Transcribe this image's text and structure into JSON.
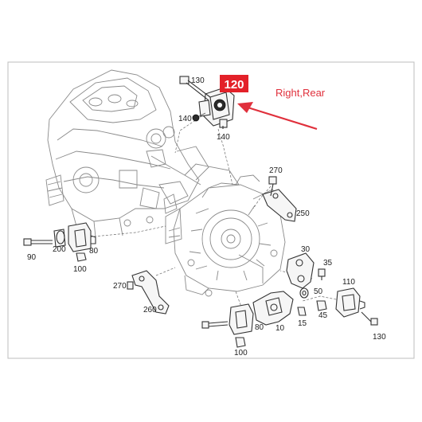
{
  "highlight": {
    "label": "120",
    "color": "#e32129"
  },
  "annotation": {
    "text": "Right,Rear",
    "color": "#e0303c"
  },
  "callouts": {
    "c130_top": "130",
    "c140_left": "140",
    "c140_bottom": "140",
    "c270_top": "270",
    "c250": "250",
    "c90": "90",
    "c200": "200",
    "c80_left": "80",
    "c100_left": "100",
    "c270_bottom": "270",
    "c260": "260",
    "c30": "30",
    "c35": "35",
    "c50": "50",
    "c110": "110",
    "c45": "45",
    "c15": "15",
    "c10": "10",
    "c80_mid": "80",
    "c100_bottom": "100",
    "c130_right": "130"
  }
}
